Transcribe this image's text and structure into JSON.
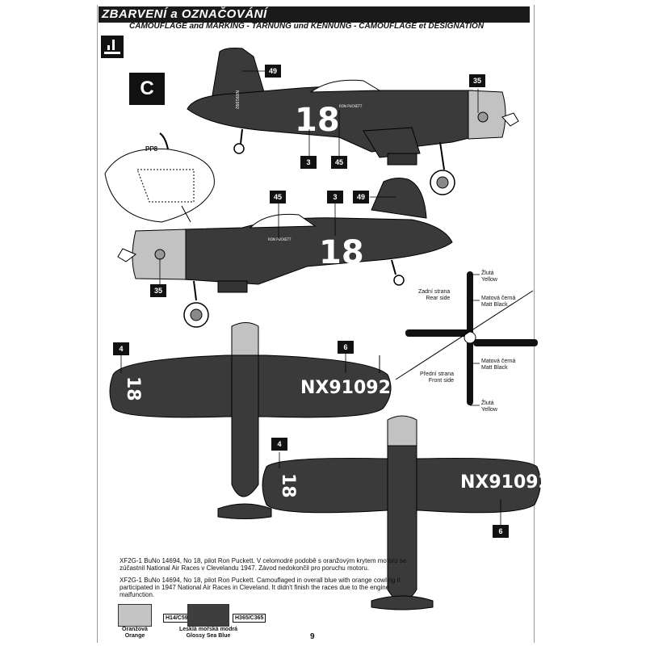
{
  "header": {
    "title": "ZBARVENÍ a OZNAČOVÁNÍ",
    "subtitle": "CAMOUFLAGE and MARKING - TARNUNG und KENNUNG - CAMOUFLAGE et DESIGNATION"
  },
  "profile_letter": "C",
  "aircraft": {
    "race_number": "18",
    "registration": "NX91092",
    "underwing_number": "18",
    "pilot_name": "RON PUCKETT"
  },
  "callouts": {
    "c49_top": "49",
    "c35_top": "35",
    "c3_top": "3",
    "c45_top": "45",
    "pp8": "PP8",
    "c45_mid": "45",
    "c3_mid": "3",
    "c49_mid": "49",
    "c35_mid": "35",
    "c4_a": "4",
    "c6_a": "6",
    "c4_b": "4",
    "c6_b": "6"
  },
  "propeller": {
    "tip_top_cz": "Žlutá",
    "tip_top_en": "Yellow",
    "rear_cz": "Zadní strana",
    "rear_en": "Rear side",
    "blade_cz": "Matová černá",
    "blade_en": "Matt Black",
    "blade2_cz": "Matová černá",
    "blade2_en": "Matt Black",
    "front_cz": "Přední strana",
    "front_en": "Front side",
    "tip_bottom_cz": "Žlutá",
    "tip_bottom_en": "Yellow"
  },
  "notes": {
    "cz_line1": "XF2G-1 BuNo 14694, No 18, pilot Ron Puckett. V celomodré podobě s oranžovým krytem motoru se",
    "cz_line2": "zúčastnil National Air Races v Clevelandu 1947. Závod nedokončil pro poruchu motoru.",
    "en_line1": "XF2G-1 BuNo 14694, No 18, pilot Ron Puckett. Camouflaged in overall blue with orange cowling it",
    "en_line2": "participated in 1947 National Air Races in Cleveland. It didn't finish the races due to the engine",
    "en_line3": "malfunction."
  },
  "legend": {
    "orange_code": "H14/C59",
    "orange_cz": "Oranžová",
    "orange_en": "Orange",
    "orange_color": "#c4c4c4",
    "blue_code": "H365/C365",
    "blue_cz": "Lesklá mořská modrá",
    "blue_en": "Glossy Sea Blue",
    "blue_color": "#3e3e3e"
  },
  "page_number": "9"
}
